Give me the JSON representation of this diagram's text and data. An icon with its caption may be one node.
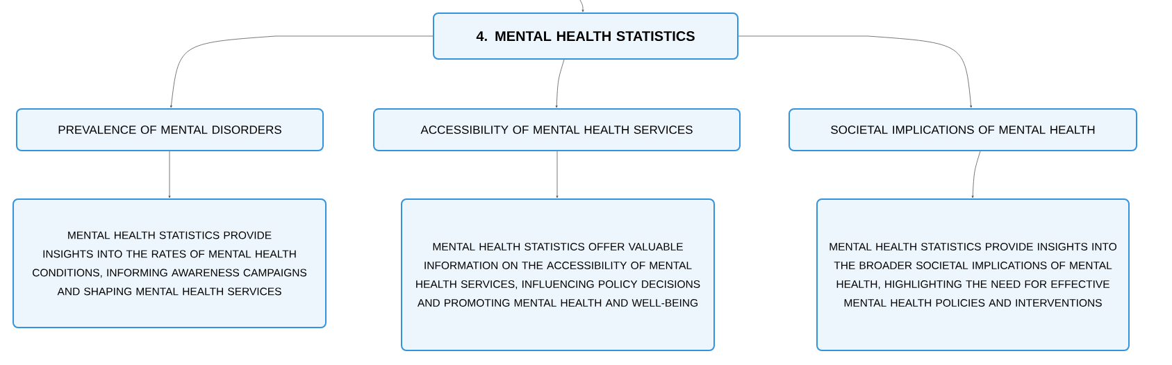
{
  "diagram": {
    "nodes": [
      {
        "text": [
          "4. MENTAL HEALTH STATISTICS"
        ]
      },
      {
        "text": [
          "PREVALENCE OF MENTAL DISORDERS"
        ]
      },
      {
        "text": [
          "ACCESSIBILITY OF MENTAL HEALTH SERVICES"
        ]
      },
      {
        "text": [
          "SOCIETAL IMPLICATIONS OF MENTAL HEALTH"
        ]
      },
      {
        "text": [
          "MENTAL HEALTH STATISTICS PROVIDE INSIGHTS INTO THE RATES OF MENTAL HEALTH CONDITIONS, INFORMING AWARENESS CAMPAIGNS AND SHAPING MENTAL HEALTH SERVICES"
        ]
      },
      {
        "text": [
          "MENTAL HEALTH STATISTICS OFFER VALUABLE INFORMATION ON THE ACCESSIBILITY OF MENTAL HEALTH SERVICES, INFLUENCING POLICY DECISIONS AND PROMOTING MENTAL HEALTH AND WELL-BEING"
        ]
      },
      {
        "text": [
          "MENTAL HEALTH STATISTICS PROVIDE INSIGHTS INTO THE BROADER SOCIETAL IMPLICATIONS OF MENTAL HEALTH, HIGHLIGHTING THE NEED FOR EFFECTIVE MENTAL HEALTH POLICIES AND INTERVENTIONS"
        ]
      }
    ],
    "edges": [
      {
        "from": null,
        "to": 0,
        "arrow": "to"
      },
      {
        "from": 0,
        "to": 1,
        "arrow": "to"
      },
      {
        "from": 0,
        "to": 2,
        "arrow": "to"
      },
      {
        "from": 0,
        "to": 3,
        "arrow": "to"
      },
      {
        "from": 1,
        "to": 4,
        "arrow": "to"
      },
      {
        "from": 2,
        "to": 5,
        "arrow": "to"
      },
      {
        "from": 3,
        "to": 6,
        "arrow": "to"
      }
    ]
  }
}
